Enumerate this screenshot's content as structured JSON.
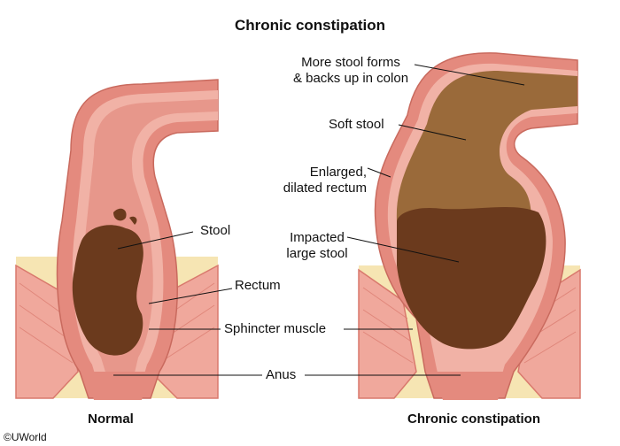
{
  "title": "Chronic constipation",
  "captions": {
    "left": "Normal",
    "right": "Chronic constipation"
  },
  "copyright": "©UWorld",
  "labels": {
    "more_stool_1": "More stool forms",
    "more_stool_2": "& backs up in colon",
    "soft_stool": "Soft stool",
    "enlarged_1": "Enlarged,",
    "enlarged_2": "dilated rectum",
    "impacted_1": "Impacted",
    "impacted_2": "large stool",
    "stool": "Stool",
    "rectum": "Rectum",
    "sphincter": "Sphincter muscle",
    "anus": "Anus"
  },
  "colors": {
    "tissue_outer": "#e48a7e",
    "tissue_inner": "#f1b2a6",
    "lumen": "#e7978b",
    "fat": "#f6e5b3",
    "muscle": "#f0a89c",
    "stool_dark": "#6b3a1d",
    "stool_soft": "#9a6a3a",
    "leader": "#111111"
  }
}
